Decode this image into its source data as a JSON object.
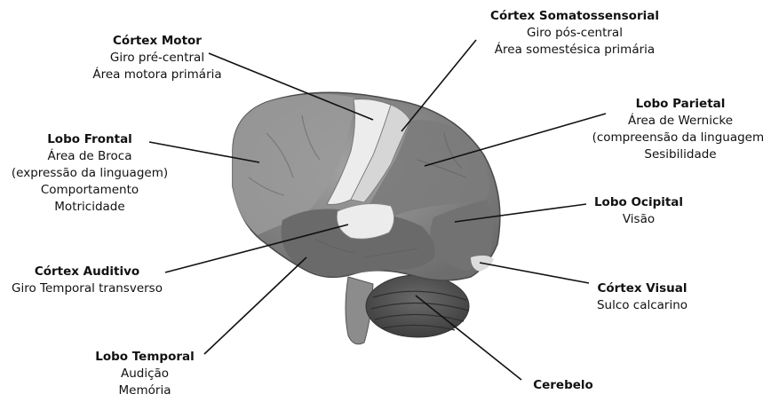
{
  "labels": {
    "motor": {
      "title": "Córtex Motor",
      "lines": [
        "Giro pré-central",
        "Área motora primária"
      ]
    },
    "somato": {
      "title": "Córtex Somatossensorial",
      "lines": [
        "Giro pós-central",
        "Área somestésica primária"
      ]
    },
    "frontal": {
      "title": "Lobo Frontal",
      "lines": [
        "Área de Broca",
        "(expressão da linguagem)",
        "Comportamento",
        "Motricidade"
      ]
    },
    "parietal": {
      "title": "Lobo Parietal",
      "lines": [
        "Área de Wernicke",
        "(compreensão da linguagem)",
        "Sesibilidade"
      ]
    },
    "occipital": {
      "title": "Lobo Ocipital",
      "lines": [
        "Visão"
      ]
    },
    "auditivo": {
      "title": "Córtex Auditivo",
      "lines": [
        "Giro Temporal transverso"
      ]
    },
    "visual": {
      "title": "Córtex Visual",
      "lines": [
        "Sulco calcarino"
      ]
    },
    "temporal": {
      "title": "Lobo Temporal",
      "lines": [
        "Audição",
        "Memória"
      ]
    },
    "cerebelo": {
      "title": "Cerebelo",
      "lines": []
    }
  },
  "colors": {
    "lobe_dark": "#6e6e6e",
    "lobe_mid": "#8a8a8a",
    "lobe_light": "#9a9a9a",
    "strip": "#e9e9e9",
    "cerebellum": "#5a5a5a",
    "leader": "#111111"
  }
}
